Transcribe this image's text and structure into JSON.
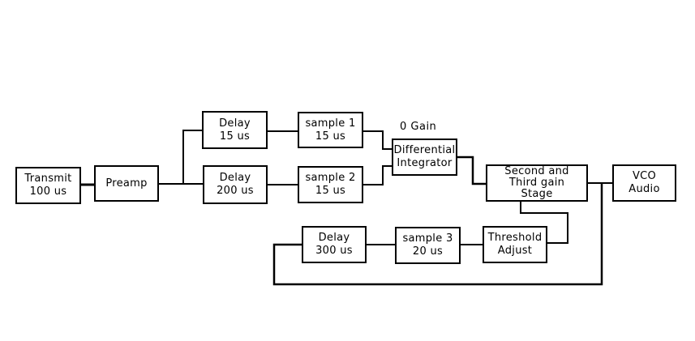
{
  "diagram": {
    "type": "block-diagram",
    "annotations": {
      "zero_gain": "0 Gain"
    },
    "blocks": [
      {
        "id": "transmit",
        "lines": [
          "Transmit",
          "100 us"
        ]
      },
      {
        "id": "preamp",
        "lines": [
          "Preamp"
        ]
      },
      {
        "id": "delay1",
        "lines": [
          "Delay",
          "15 us"
        ]
      },
      {
        "id": "delay2",
        "lines": [
          "Delay",
          "200 us"
        ]
      },
      {
        "id": "sample1",
        "lines": [
          "sample 1",
          "15 us"
        ]
      },
      {
        "id": "sample2",
        "lines": [
          "sample 2",
          "15 us"
        ]
      },
      {
        "id": "integrator",
        "lines": [
          "Differential",
          "Integrator"
        ]
      },
      {
        "id": "gain-stage",
        "lines": [
          "Second and",
          "Third gain",
          "Stage"
        ]
      },
      {
        "id": "vco",
        "lines": [
          "VCO",
          "Audio"
        ]
      },
      {
        "id": "delay3",
        "lines": [
          "Delay",
          "300 us"
        ]
      },
      {
        "id": "sample3",
        "lines": [
          "sample 3",
          "20 us"
        ]
      },
      {
        "id": "threshold",
        "lines": [
          "Threshold",
          "Adjust"
        ]
      }
    ],
    "connections": [
      [
        "transmit",
        "preamp"
      ],
      [
        "preamp",
        "delay1"
      ],
      [
        "preamp",
        "delay2"
      ],
      [
        "delay1",
        "sample1"
      ],
      [
        "delay2",
        "sample2"
      ],
      [
        "sample1",
        "integrator"
      ],
      [
        "sample2",
        "integrator"
      ],
      [
        "integrator",
        "gain-stage"
      ],
      [
        "gain-stage",
        "vco"
      ],
      [
        "gain-stage",
        "threshold"
      ],
      [
        "vco",
        "delay3"
      ],
      [
        "delay3",
        "sample3"
      ],
      [
        "sample3",
        "threshold"
      ]
    ],
    "line_color": "#000000",
    "background": "#ffffff"
  }
}
